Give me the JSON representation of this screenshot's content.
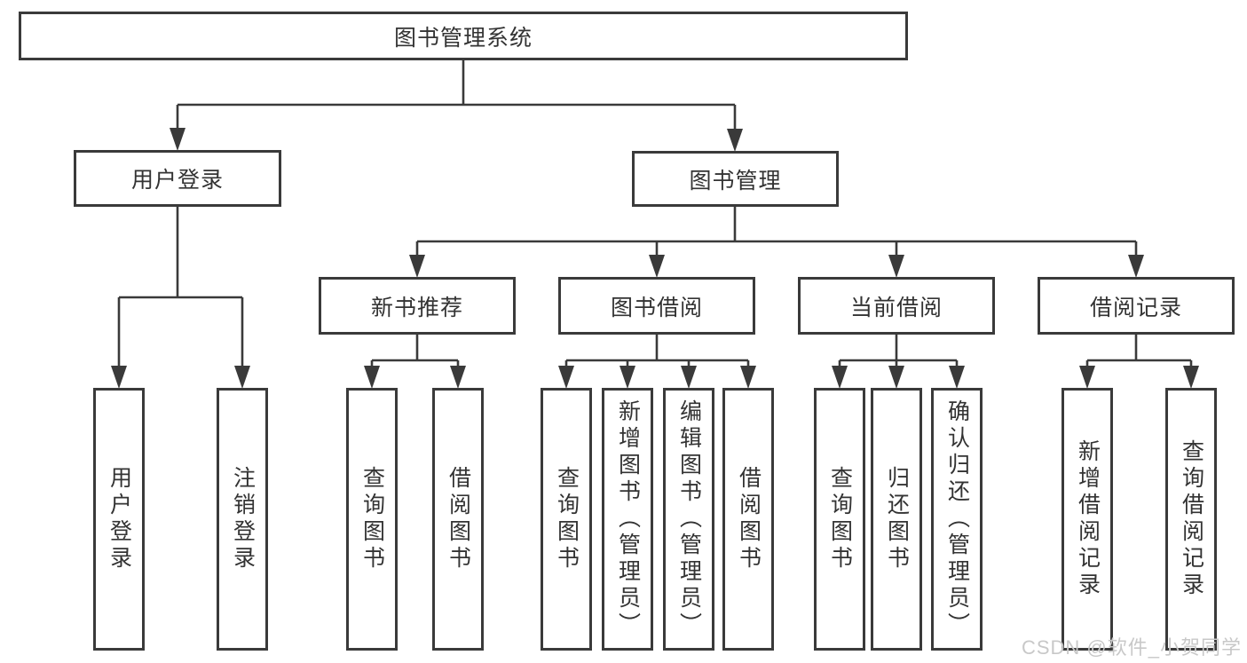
{
  "diagram": {
    "root": {
      "label": "图书管理系统"
    },
    "children": [
      {
        "label": "用户登录",
        "children": [
          {
            "label": "用户登录"
          },
          {
            "label": "注销登录"
          }
        ]
      },
      {
        "label": "图书管理",
        "children": [
          {
            "label": "新书推荐",
            "children": [
              {
                "label": "查询图书"
              },
              {
                "label": "借阅图书"
              }
            ]
          },
          {
            "label": "图书借阅",
            "children": [
              {
                "label": "查询图书"
              },
              {
                "label": "新增图书（管理员）"
              },
              {
                "label": "编辑图书（管理员）"
              },
              {
                "label": "借阅图书"
              }
            ]
          },
          {
            "label": "当前借阅",
            "children": [
              {
                "label": "查询图书"
              },
              {
                "label": "归还图书"
              },
              {
                "label": "确认归还（管理员）"
              }
            ]
          },
          {
            "label": "借阅记录",
            "children": [
              {
                "label": "新增借阅记录"
              },
              {
                "label": "查询借阅记录"
              }
            ]
          }
        ]
      }
    ]
  },
  "watermark": {
    "text": "CSDN @软件_小贺同学"
  },
  "colors": {
    "line": "#3a3a3a",
    "text": "#333333",
    "background": "#ffffff",
    "watermark": "#c8c8c8"
  }
}
